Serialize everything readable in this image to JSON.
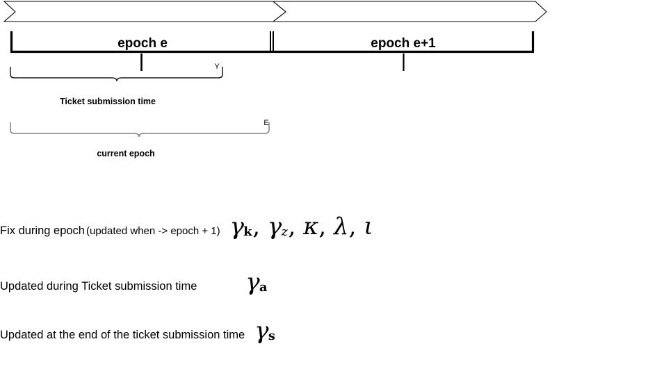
{
  "diagram": {
    "banner": {
      "segments": [
        "banner-segment-left",
        "banner-segment-right"
      ]
    },
    "timeline": {
      "epochs": [
        {
          "label": "epoch e"
        },
        {
          "label": "epoch e+1"
        }
      ],
      "markers": [
        {
          "name": "Y",
          "label": "Y"
        },
        {
          "name": "E",
          "label": "E"
        }
      ],
      "braces": [
        {
          "label": "Ticket submission time"
        },
        {
          "label": "current epoch"
        }
      ]
    }
  },
  "legend": {
    "rows": [
      {
        "text": "Fix during epoch",
        "note": "(updated when -> epoch + 1)",
        "symbols": "γk, γz, κ, λ, ι"
      },
      {
        "text": "Updated during Ticket submission time",
        "symbols": "γa"
      },
      {
        "text": "Updated at the end of the ticket submission time",
        "symbols": "γs"
      }
    ],
    "gamma": "γ",
    "kappa": "κ",
    "lambda": "λ",
    "iota": "ι",
    "sub_k": "k",
    "sub_z": "z",
    "sub_a": "a",
    "sub_s": "s",
    "comma": ","
  },
  "colors": {
    "ink": "#000000",
    "brace_gray": "#808080",
    "background": "#ffffff"
  }
}
